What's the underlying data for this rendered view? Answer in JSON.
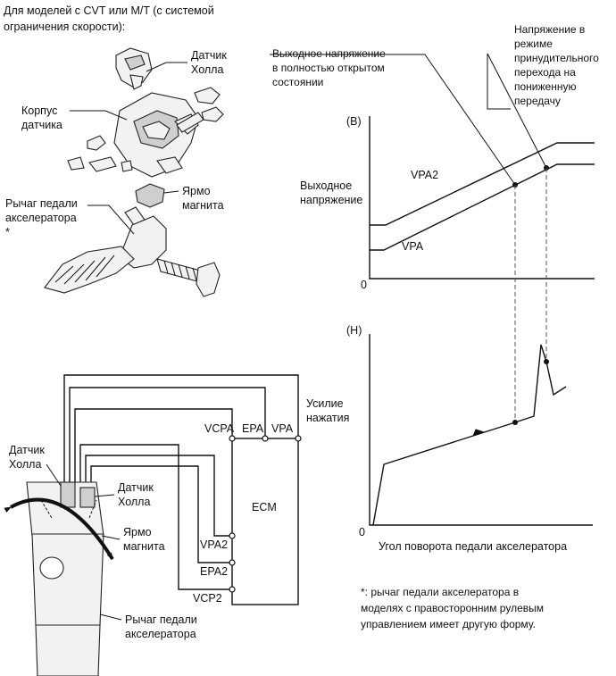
{
  "header": {
    "line1": "Для моделей с CVT или M/T (с системой",
    "line2": "ограничения скорости):"
  },
  "exploded_view": {
    "hall_sensor": [
      "Датчик",
      "Холла"
    ],
    "sensor_housing": [
      "Корпус",
      "датчика"
    ],
    "pedal_lever": [
      "Рычаг педали",
      "акселератора",
      "*"
    ],
    "magnet_yoke": [
      "Ярмо",
      "магнита"
    ]
  },
  "wiring": {
    "ecm_label": "ECM",
    "effort_label": [
      "Усилие",
      "нажатия"
    ],
    "pins_top": [
      "VCPA",
      "EPA",
      "VPA"
    ],
    "pins_right": [
      "VPA2",
      "EPA2",
      "VCP2"
    ],
    "hall_left": [
      "Датчик",
      "Холла"
    ],
    "hall_right": [
      "Датчик",
      "Холла"
    ],
    "yoke": [
      "Ярмо",
      "магнита"
    ],
    "pedal": [
      "Рычаг педали",
      "акселератора"
    ]
  },
  "graph": {
    "wot_voltage": [
      "Выходное напряжение",
      "в полностью открытом",
      "состоянии"
    ],
    "kickdown_voltage": [
      "Напряжение в",
      "режиме",
      "принудительного",
      "перехода на",
      "пониженную",
      "передачу"
    ],
    "voltage_unit": "(В)",
    "y_label": [
      "Выходное",
      "напряжение"
    ],
    "series_vpa2": "VPA2",
    "series_vpa": "VPA",
    "zero_upper": "0",
    "force_unit": "(Н)",
    "zero_lower": "0",
    "x_label": "Угол поворота педали акселератора"
  },
  "footnote": [
    "*: рычаг педали акселератора в",
    "моделях с правосторонним рулевым",
    "управлением имеет другую форму."
  ]
}
